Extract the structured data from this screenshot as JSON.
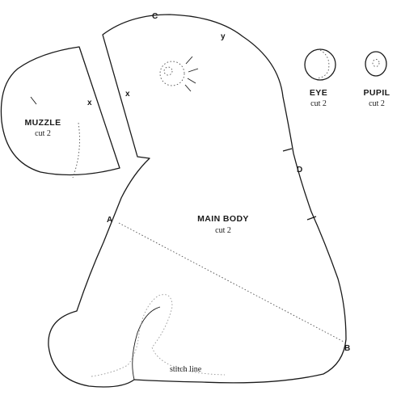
{
  "pieces": {
    "muzzle": {
      "name": "MUZZLE",
      "cut": "cut 2",
      "mark": "x"
    },
    "main_body": {
      "name": "MAIN BODY",
      "cut": "cut 2",
      "mark": "x"
    },
    "eye": {
      "name": "EYE",
      "cut": "cut 2"
    },
    "pupil": {
      "name": "PUPIL",
      "cut": "cut 2"
    }
  },
  "points": {
    "a": "A",
    "b": "B",
    "c": "C",
    "d": "D",
    "y": "y"
  },
  "stitch_line_label": "stitch line"
}
